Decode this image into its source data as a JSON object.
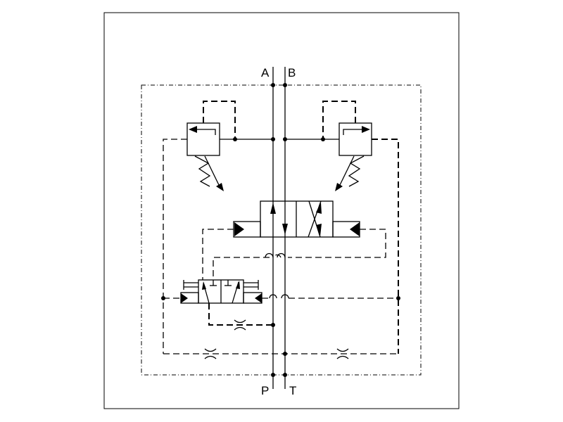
{
  "diagram": {
    "type": "hydraulic-schematic",
    "ports": {
      "a": "A",
      "b": "B",
      "p": "P",
      "t": "T"
    }
  }
}
